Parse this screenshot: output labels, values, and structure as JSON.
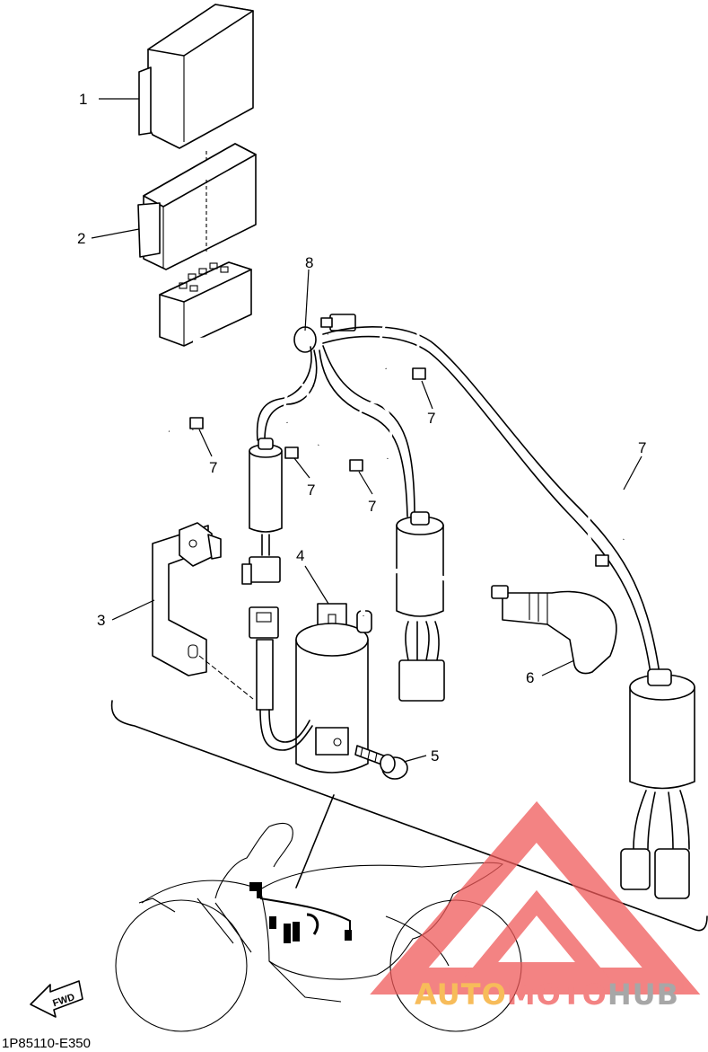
{
  "callouts": {
    "c1": "1",
    "c2": "2",
    "c3": "3",
    "c4": "4",
    "c5": "5",
    "c6": "6",
    "c7a": "7",
    "c7b": "7",
    "c7c": "7",
    "c7d": "7",
    "c7e": "7",
    "c8": "8"
  },
  "fwd_label": "FWD",
  "diagram_code": "1P85110-E350",
  "watermark": {
    "brand_part1": "AUTO",
    "brand_part2": "MOTO",
    "brand_part3": "HUB",
    "color_red": "#f05a5a",
    "color_orange": "#f5a623",
    "color_gray": "#8a8a8a"
  }
}
